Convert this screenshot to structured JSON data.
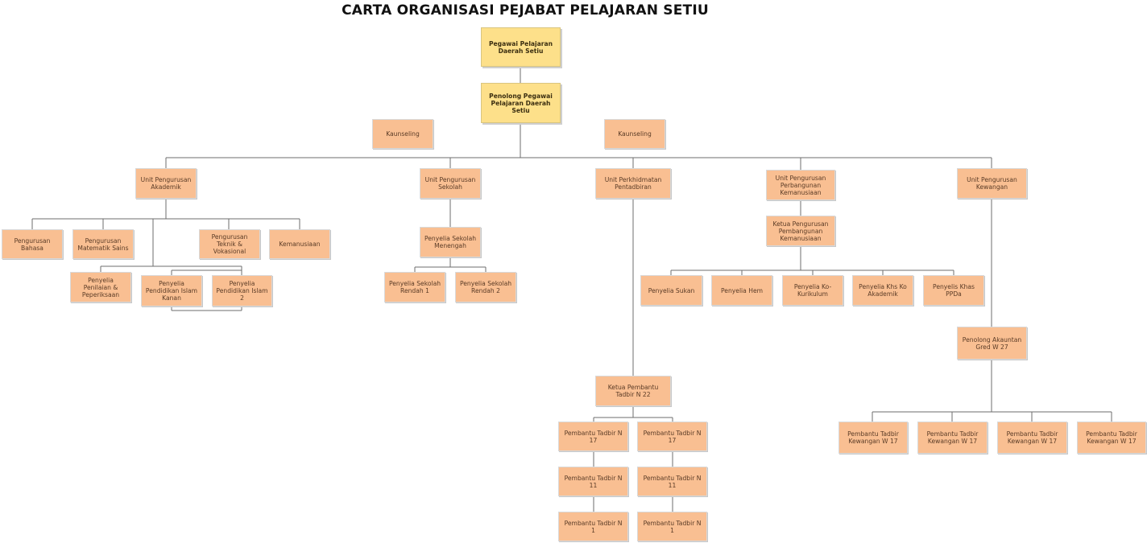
{
  "title": "CARTA ORGANISASI PEJABAT PELAJARAN SETIU",
  "nodes": {
    "ppd": "Pegawai Pelajaran Daerah Setiu",
    "penolong_ppd": "Penolong Pegawai Pelajaran Daerah Setiu",
    "kaunseling_1": "Kaunseling",
    "kaunseling_2": "Kaunseling",
    "unit_akademik": "Unit Pengurusan Akademik",
    "unit_sekolah": "Unit Pengurusan Sekolah",
    "unit_pentadbiran": "Unit Perkhidmatan Pentadbiran",
    "unit_kemanusiaan": "Unit Pengurusan Perbangunan Kemanusiaan",
    "unit_kewangan": "Unit Pengurusan Kewangan",
    "pengurusan_bahasa": "Pengurusan Bahasa",
    "pengurusan_matsains": "Pengurusan Matematik Sains",
    "pengurusan_teknik": "Pengurusan Teknik & Vokasional",
    "kemanusiaan": "Kemanusiaan",
    "penyelia_penilaian": "Penyelia Penilaian & Peperiksaan",
    "penyelia_pi_kanan": "Penyelia Pendidikan Islam Kanan",
    "penyelia_pi_2": "Penyelia Pendidikan Islam 2",
    "penyelia_menengah": "Penyelia Sekolah Menengah",
    "penyelia_rendah_1": "Penyelia Sekolah Rendah 1",
    "penyelia_rendah_2": "Penyelia Sekolah Rendah 2",
    "ketua_kemanusiaan": "Ketua Pengurusan Pembangunan Kemanusiaan",
    "penyelia_sukan": "Penyelia Sukan",
    "penyelia_hem": "Penyelia Hem",
    "penyelia_kokurikulum": "Penyelia Ko-Kurikulum",
    "penyelia_khs_ko": "Penyelia Khs Ko Akademik",
    "penyelia_ppda": "Penyelis Khas PPDa",
    "penolong_akauntan": "Penolong Akauntan Gred W 27",
    "ketua_pembantu_tadbir": "Ketua Pembantu Tadbir N 22",
    "pt_n17_a": "Pembantu Tadbir N 17",
    "pt_n17_b": "Pembantu Tadbir N 17",
    "pt_n11_a": "Pembantu Tadbir N 11",
    "pt_n11_b": "Pembantu Tadbir N 11",
    "pt_n1_a": "Pembantu Tadbir N 1",
    "pt_n1_b": "Pembantu Tadbir N 1",
    "ptk_w17_1": "Pembantu Tadbir Kewangan W 17",
    "ptk_w17_2": "Pembantu Tadbir Kewangan W 17",
    "ptk_w17_3": "Pembantu Tadbir Kewangan W 17",
    "ptk_w17_4": "Pembantu Tadbir Kewangan W 17"
  },
  "colors": {
    "top_box": "#fde08a",
    "box": "#f9bf92",
    "connector": "#6e6e6e"
  }
}
